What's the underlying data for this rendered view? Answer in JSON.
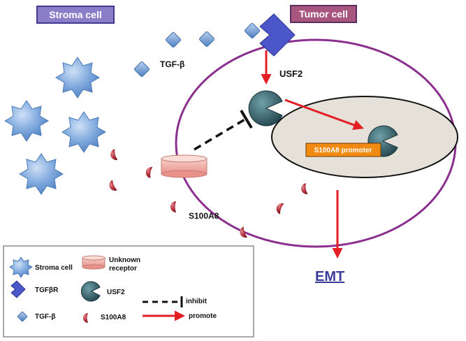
{
  "titles": {
    "stroma": "Stroma cell",
    "tumor": "Tumor cell"
  },
  "labels": {
    "tgf_beta": "TGF-β",
    "usf2": "USF2",
    "promoter": "S100A8  promoter",
    "s100a8": "S100A8",
    "emt": "EMT"
  },
  "legend": {
    "stroma_cell": "Stroma cell",
    "unknown_receptor_line1": "Unknown",
    "unknown_receptor_line2": "receptor",
    "tgfbr": "TGFβR",
    "usf2": "USF2",
    "inhibit": "inhibit",
    "tgf_beta": "TGF-β",
    "s100a8": "S100A8",
    "promote": "promote"
  },
  "colors": {
    "stroma_title_bg": "#8a7ec8",
    "tumor_title_bg": "#a8557f",
    "cell_membrane": "#8b2f8f",
    "nucleus_fill": "#e5e1d8",
    "arrow_red": "#e31e24",
    "s100a8_red": "#b5313c",
    "stroma_blue": "#6f9bd6",
    "usf2_teal": "#3a6a74",
    "receptor_pink": "#f2b0a8",
    "promoter_orange": "#f08a10",
    "tgfbr_blue": "#4b57c9",
    "emt_text": "#3b3b9c"
  }
}
